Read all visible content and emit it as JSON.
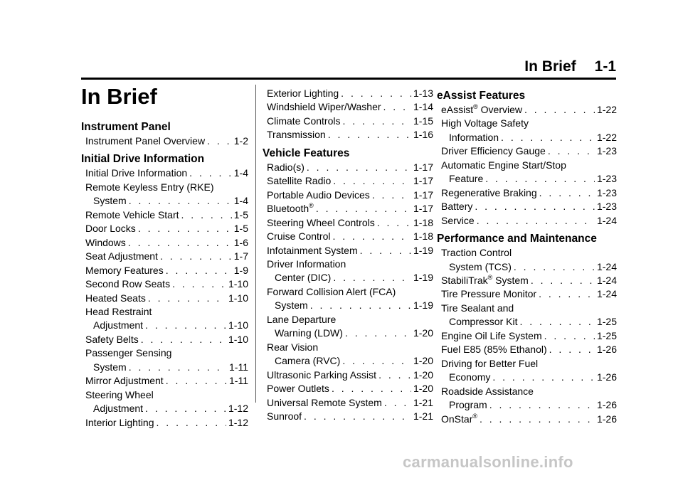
{
  "header": {
    "section": "In Brief",
    "page": "1-1"
  },
  "chapter_title": "In Brief",
  "columns": [
    {
      "blocks": [
        {
          "heading": "Instrument Panel",
          "entries": [
            {
              "title": "Instrument Panel Overview",
              "page": "1-2"
            }
          ]
        },
        {
          "heading": "Initial Drive Information",
          "entries": [
            {
              "title": "Initial Drive Information",
              "page": "1-4"
            },
            {
              "pre": "Remote Keyless Entry (RKE)",
              "title": "System",
              "page": "1-4"
            },
            {
              "title": "Remote Vehicle Start",
              "page": "1-5"
            },
            {
              "title": "Door Locks",
              "page": "1-5"
            },
            {
              "title": "Windows",
              "page": "1-6"
            },
            {
              "title": "Seat Adjustment",
              "page": "1-7"
            },
            {
              "title": "Memory Features",
              "page": "1-9"
            },
            {
              "title": "Second Row Seats",
              "page": "1-10"
            },
            {
              "title": "Heated Seats",
              "page": "1-10"
            },
            {
              "pre": "Head Restraint",
              "title": "Adjustment",
              "page": "1-10"
            },
            {
              "title": "Safety Belts",
              "page": "1-10"
            },
            {
              "pre": "Passenger Sensing",
              "title": "System",
              "page": "1-11"
            },
            {
              "title": "Mirror Adjustment",
              "page": "1-11"
            },
            {
              "pre": "Steering Wheel",
              "title": "Adjustment",
              "page": "1-12"
            },
            {
              "title": "Interior Lighting",
              "page": "1-12"
            }
          ]
        }
      ]
    },
    {
      "blocks": [
        {
          "heading": "",
          "entries": [
            {
              "title": "Exterior Lighting",
              "page": "1-13"
            },
            {
              "title": "Windshield Wiper/Washer",
              "page": "1-14"
            },
            {
              "title": "Climate Controls",
              "page": "1-15"
            },
            {
              "title": "Transmission",
              "page": "1-16"
            }
          ]
        },
        {
          "heading": "Vehicle Features",
          "entries": [
            {
              "title": "Radio(s)",
              "page": "1-17"
            },
            {
              "title": "Satellite Radio",
              "page": "1-17"
            },
            {
              "title": "Portable Audio Devices",
              "page": "1-17"
            },
            {
              "title": "Bluetooth",
              "sup": "®",
              "page": "1-17"
            },
            {
              "title": "Steering Wheel Controls",
              "page": "1-18"
            },
            {
              "title": "Cruise Control",
              "page": "1-18"
            },
            {
              "title": "Infotainment System",
              "page": "1-19"
            },
            {
              "pre": "Driver Information",
              "title": "Center (DIC)",
              "page": "1-19"
            },
            {
              "pre": "Forward Collision Alert (FCA)",
              "title": "System",
              "page": "1-19"
            },
            {
              "pre": "Lane Departure",
              "title": "Warning (LDW)",
              "page": "1-20"
            },
            {
              "pre": "Rear Vision",
              "title": "Camera (RVC)",
              "page": "1-20"
            },
            {
              "title": "Ultrasonic Parking Assist",
              "page": "1-20"
            },
            {
              "title": "Power Outlets",
              "page": "1-20"
            },
            {
              "title": "Universal Remote System",
              "page": "1-21"
            },
            {
              "title": "Sunroof",
              "page": "1-21"
            }
          ]
        }
      ]
    },
    {
      "blocks": [
        {
          "heading": "eAssist Features",
          "entries": [
            {
              "title": "eAssist",
              "sup": "®",
              "suffix": " Overview",
              "page": "1-22"
            },
            {
              "pre": "High Voltage Safety",
              "title": "Information",
              "page": "1-22"
            },
            {
              "title": "Driver Efficiency Gauge",
              "page": "1-23"
            },
            {
              "pre": "Automatic Engine Start/Stop",
              "title": "Feature",
              "page": "1-23"
            },
            {
              "title": "Regenerative Braking",
              "page": "1-23"
            },
            {
              "title": "Battery",
              "page": "1-23"
            },
            {
              "title": "Service",
              "page": "1-24"
            }
          ]
        },
        {
          "heading": "Performance and Maintenance",
          "entries": [
            {
              "pre": "Traction Control",
              "title": "System (TCS)",
              "page": "1-24"
            },
            {
              "title": "StabiliTrak",
              "sup": "®",
              "suffix": " System",
              "page": "1-24"
            },
            {
              "title": "Tire Pressure Monitor",
              "page": "1-24"
            },
            {
              "pre": "Tire Sealant and",
              "title": "Compressor Kit",
              "page": "1-25"
            },
            {
              "title": "Engine Oil Life System",
              "page": "1-25"
            },
            {
              "title": "Fuel E85 (85% Ethanol)",
              "page": "1-26"
            },
            {
              "pre": "Driving for Better Fuel",
              "title": "Economy",
              "page": "1-26"
            },
            {
              "pre": "Roadside Assistance",
              "title": "Program",
              "page": "1-26"
            },
            {
              "title": "OnStar",
              "sup": "®",
              "page": "1-26"
            }
          ]
        }
      ]
    }
  ],
  "watermark": "carmanualsonline.info"
}
